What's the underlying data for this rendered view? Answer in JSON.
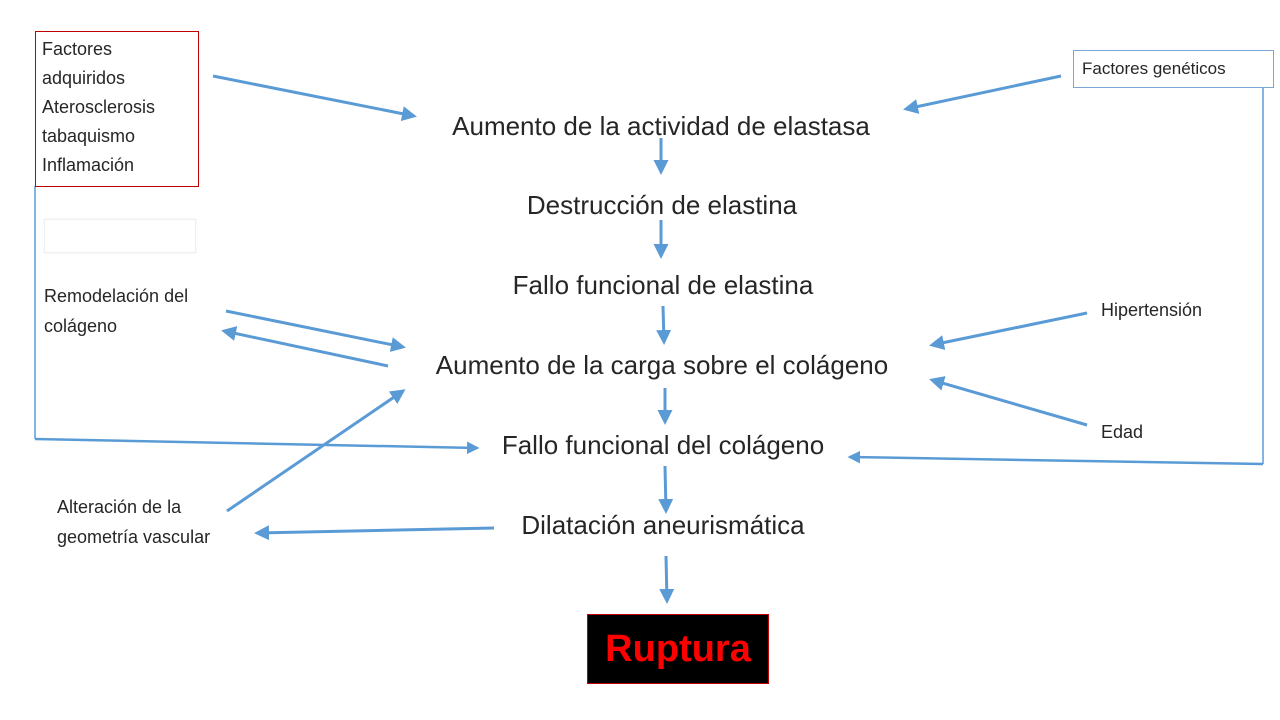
{
  "flow": {
    "step1": "Aumento de la actividad de elastasa",
    "step2": "Destrucción de elastina",
    "step3": "Fallo funcional de elastina",
    "step4": "Aumento de la carga sobre el colágeno",
    "step5": "Fallo funcional del colágeno",
    "step6": "Dilatación aneurismática",
    "final": "Ruptura"
  },
  "factors": {
    "acquired": [
      "Factores",
      "adquiridos",
      "Aterosclerosis",
      "tabaquismo",
      "Inflamación"
    ],
    "genetic": "Factores genéticos",
    "remodeling": [
      "Remodelación del",
      "colágeno"
    ],
    "hypertension": "Hipertensión",
    "age": "Edad",
    "geometry": [
      "Alteración de la",
      "geometría vascular"
    ]
  },
  "colors": {
    "arrow": "#5b9bd5",
    "acquired_border": "#c00000",
    "final_text": "#ff0000",
    "final_bg": "#000000"
  }
}
